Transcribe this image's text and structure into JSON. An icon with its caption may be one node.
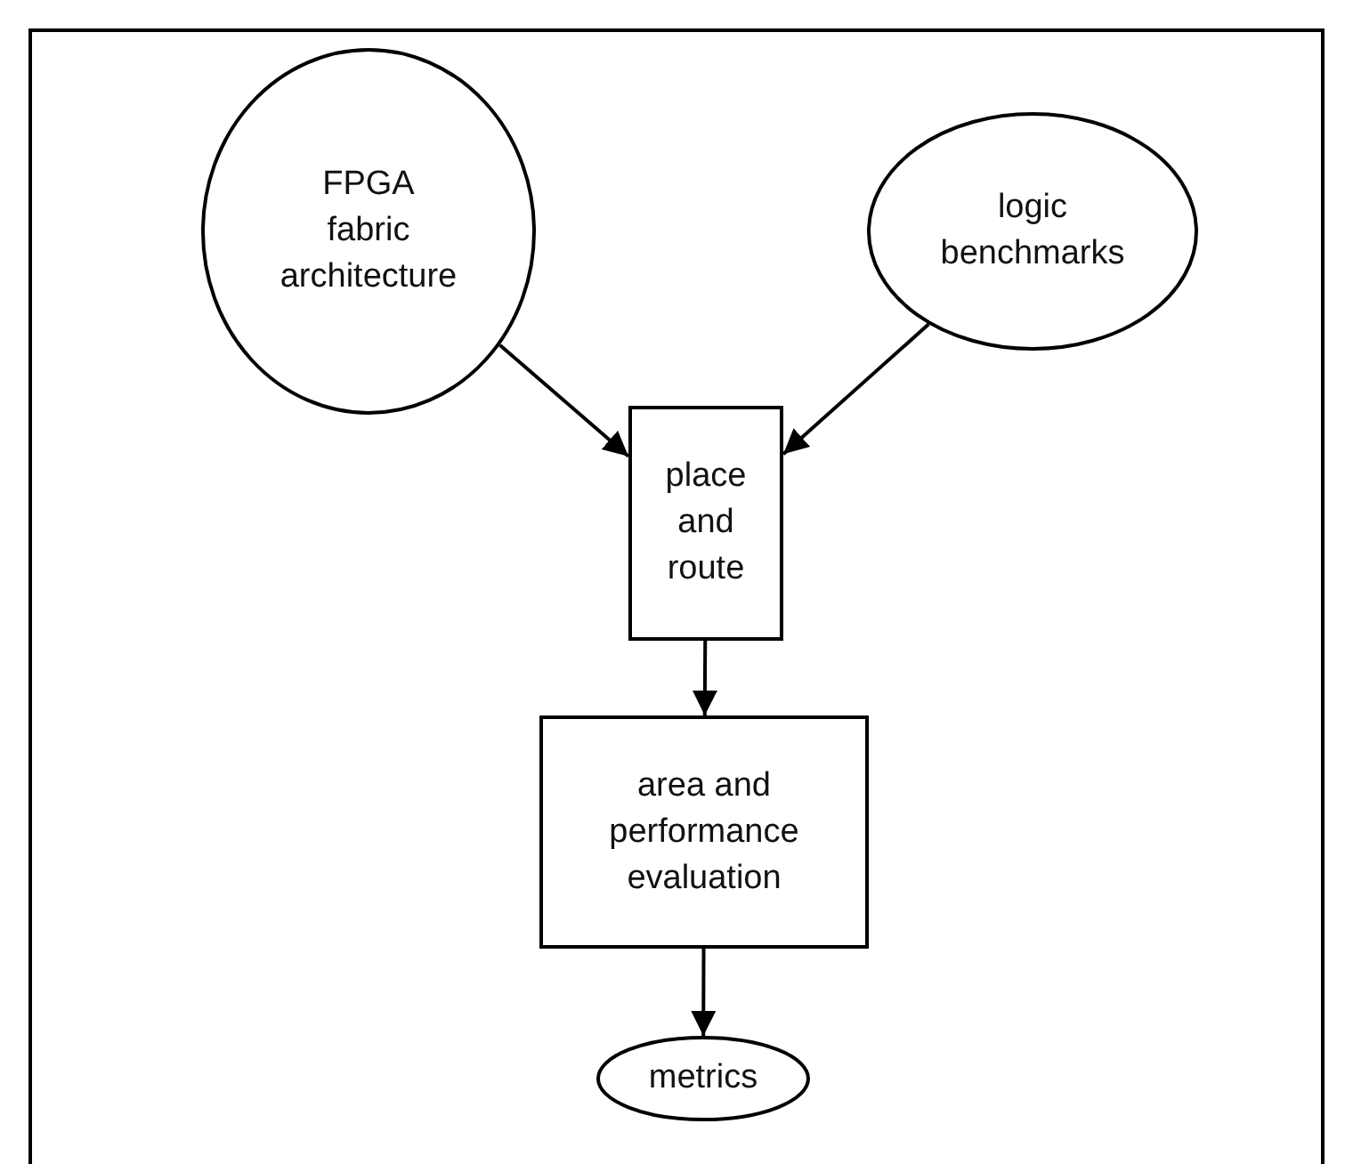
{
  "diagram": {
    "nodes": [
      {
        "text": [
          "FPGA fabric architecture"
        ]
      },
      {
        "text": [
          "logic benchmarks"
        ]
      },
      {
        "text": [
          "place and route"
        ]
      },
      {
        "text": [
          "area and performance evaluation"
        ]
      },
      {
        "text": [
          "metrics"
        ]
      }
    ],
    "edges": [
      {
        "from": 0,
        "to": 2,
        "arrow": "to"
      },
      {
        "from": 1,
        "to": 2,
        "arrow": "to"
      },
      {
        "from": 2,
        "to": 3,
        "arrow": "to"
      },
      {
        "from": 3,
        "to": 4,
        "arrow": "to"
      }
    ]
  }
}
